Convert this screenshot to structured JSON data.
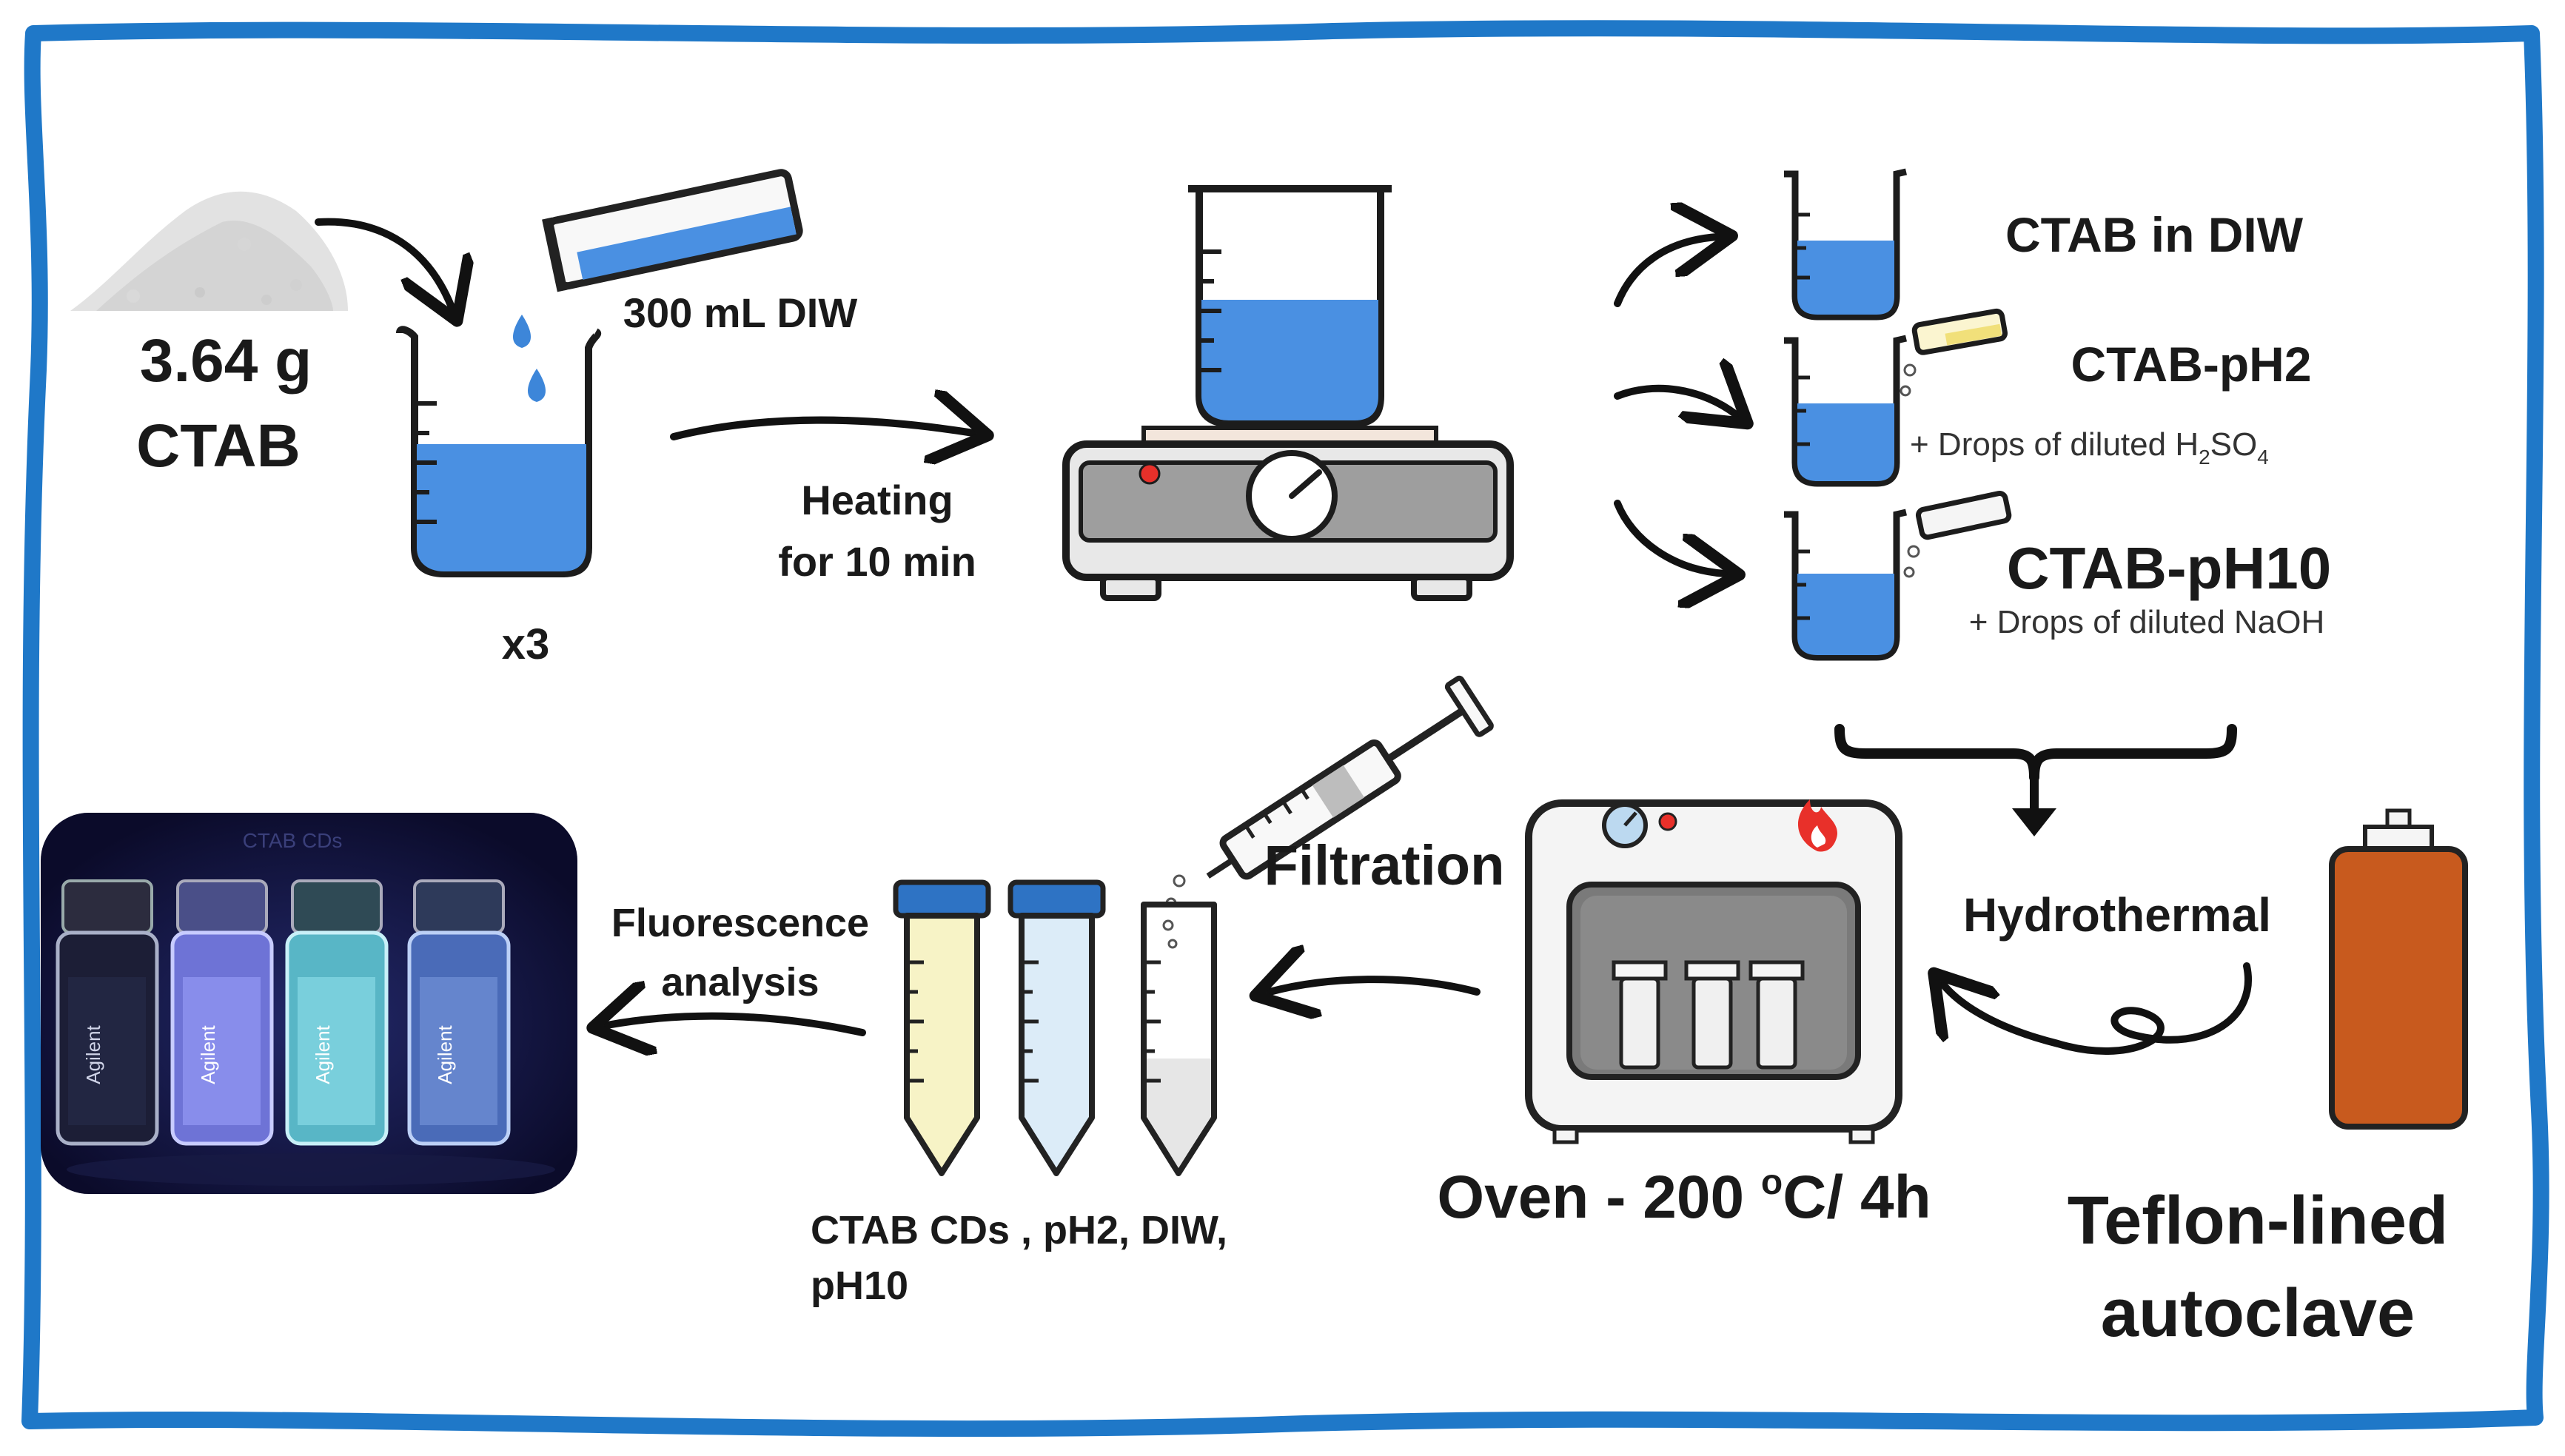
{
  "labels": {
    "mass": "3.64 g",
    "ctab": "CTAB",
    "diw_volume": "300 mL DIW",
    "times": "x3",
    "heating_line1": "Heating",
    "heating_line2": "for 10 min",
    "ctab_in_diw": "CTAB in DIW",
    "ctab_ph2": "CTAB-pH2",
    "ph2_drops_prefix": "+ Drops of diluted H",
    "ph2_sub1": "2",
    "ph2_mid": "SO",
    "ph2_sub2": "4",
    "ctab_ph10": "CTAB-pH10",
    "ph10_drops": "+ Drops of diluted NaOH",
    "hydrothermal": "Hydrothermal",
    "teflon_line1": "Teflon-lined",
    "teflon_line2": "autoclave",
    "oven_prefix": "Oven - 200 ",
    "oven_degree": "o",
    "oven_suffix": "C/ 4h",
    "filtration": "Filtration",
    "fluorescence_line1": "Fluorescence",
    "fluorescence_line2": "analysis",
    "samples_line1": "CTAB CDs , pH2,  DIW,",
    "samples_line2": "pH10",
    "vial_brand": "Agilent",
    "photo_header": "CTAB CDs"
  },
  "colors": {
    "border": "#1f78c8",
    "liquid": "#4a90e2",
    "autoclave": "#c85a1e",
    "photo_bg": "#0b0b2a",
    "tube_yellow": "#f7f3c6",
    "tube_blue": "#dcecf8",
    "cap_blue": "#2e73c4",
    "heater_body": "#9e9e9e",
    "flame": "#e8302a"
  },
  "icons": [
    "powder-pile-icon",
    "beaker-icon",
    "graduated-cylinder-icon",
    "water-drop-icon",
    "hot-plate-stirrer-icon",
    "test-tube-icon",
    "curly-brace-icon",
    "autoclave-icon",
    "oven-icon",
    "flame-icon",
    "syringe-icon",
    "centrifuge-tube-icon",
    "vial-photo-icon",
    "arrow-icon"
  ]
}
